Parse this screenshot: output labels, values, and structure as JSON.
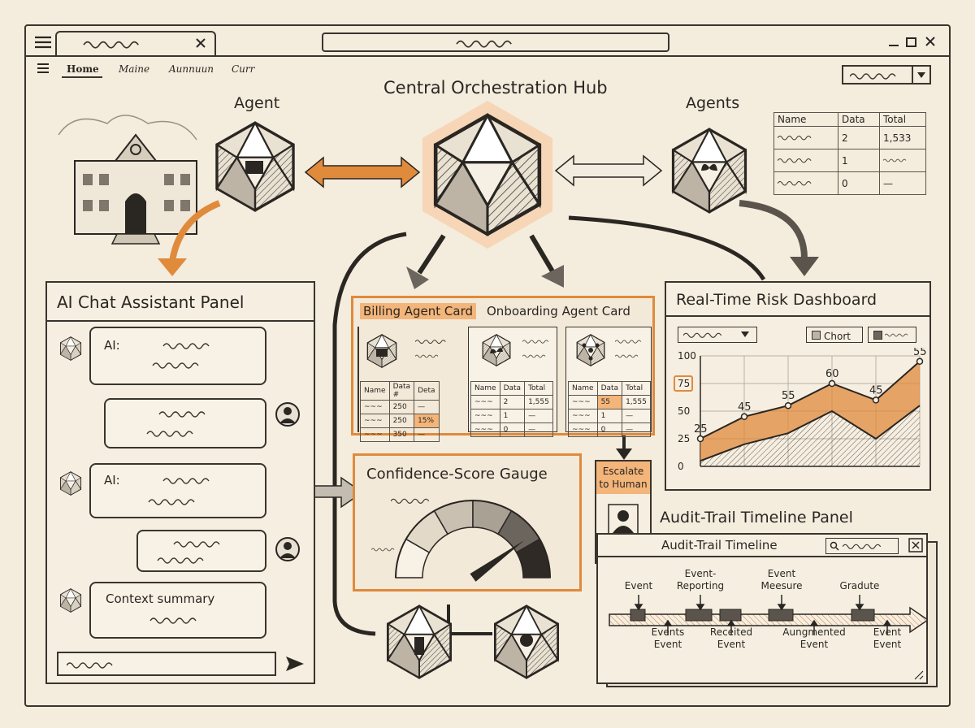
{
  "browser": {
    "nav_items": [
      "Home",
      "Maine",
      "Aunnuun",
      "Curr"
    ]
  },
  "hub": {
    "title": "Central Orchestration Hub"
  },
  "agents": {
    "left_title": "Agent",
    "right_title": "Agents"
  },
  "agents_table": {
    "headers": [
      "Name",
      "Data",
      "Total"
    ],
    "rows": [
      [
        "",
        "2",
        "1,533"
      ],
      [
        "",
        "1",
        ""
      ],
      [
        "",
        "0",
        "—"
      ]
    ]
  },
  "chat": {
    "title": "AI Chat Assistant Panel",
    "ai_label": "AI:",
    "ai_label_2": "AI:",
    "context_label": "Context summary"
  },
  "cards": {
    "billing_title": "Billing Agent Card",
    "onboarding_title": "Onboarding Agent Card",
    "card1": {
      "headers": [
        "Name",
        "Data #",
        "Deta"
      ],
      "rows": [
        [
          "",
          "250",
          "—"
        ],
        [
          "",
          "250",
          "15%"
        ],
        [
          "",
          "350",
          "—"
        ]
      ]
    },
    "card2": {
      "headers": [
        "Name",
        "Data",
        "Total"
      ],
      "rows": [
        [
          "",
          "2",
          "1,555"
        ],
        [
          "",
          "1",
          "—"
        ],
        [
          "",
          "0",
          "—"
        ]
      ]
    },
    "card3": {
      "headers": [
        "Name",
        "Data",
        "Total"
      ],
      "rows": [
        [
          "",
          "55",
          "1,555"
        ],
        [
          "",
          "1",
          "—"
        ],
        [
          "",
          "0",
          "—"
        ]
      ]
    }
  },
  "escalate": {
    "label_line1": "Escalate",
    "label_line2": "to Human"
  },
  "gauge": {
    "title": "Confidence-Score Gauge",
    "value": 0.8
  },
  "dashboard": {
    "title": "Real-Time Risk Dashboard",
    "legend_chart": "Chort",
    "accent": "#e08a3c"
  },
  "chart_data": {
    "type": "area",
    "title": "",
    "y_ticks": [
      0,
      25,
      50,
      75,
      100
    ],
    "ylim": [
      0,
      100
    ],
    "series": [
      {
        "values": [
          25,
          45,
          55,
          75,
          60,
          95
        ]
      },
      {
        "values": [
          5,
          20,
          30,
          50,
          25,
          55
        ]
      }
    ],
    "data_labels": [
      {
        "text": "25",
        "series": 0,
        "index": 0
      },
      {
        "text": "45",
        "series": 0,
        "index": 1
      },
      {
        "text": "55",
        "series": 0,
        "index": 2
      },
      {
        "text": "60",
        "series": 0,
        "index": 3
      },
      {
        "text": "45",
        "series": 0,
        "index": 4
      },
      {
        "text": "55",
        "series": 0,
        "index": 5
      }
    ],
    "highlight_tick": "75"
  },
  "audit": {
    "title": "Audit-Trail Timeline Panel",
    "window_title": "Audit-Trail Timeline",
    "above_events": [
      "Event",
      "Event-\nReporting",
      "Event\nMeesure",
      "Gradute"
    ],
    "below_events": [
      "Events\nEvent",
      "Receited\nEvent",
      "Aungmented\nEvent",
      "Event\nEvent"
    ]
  }
}
